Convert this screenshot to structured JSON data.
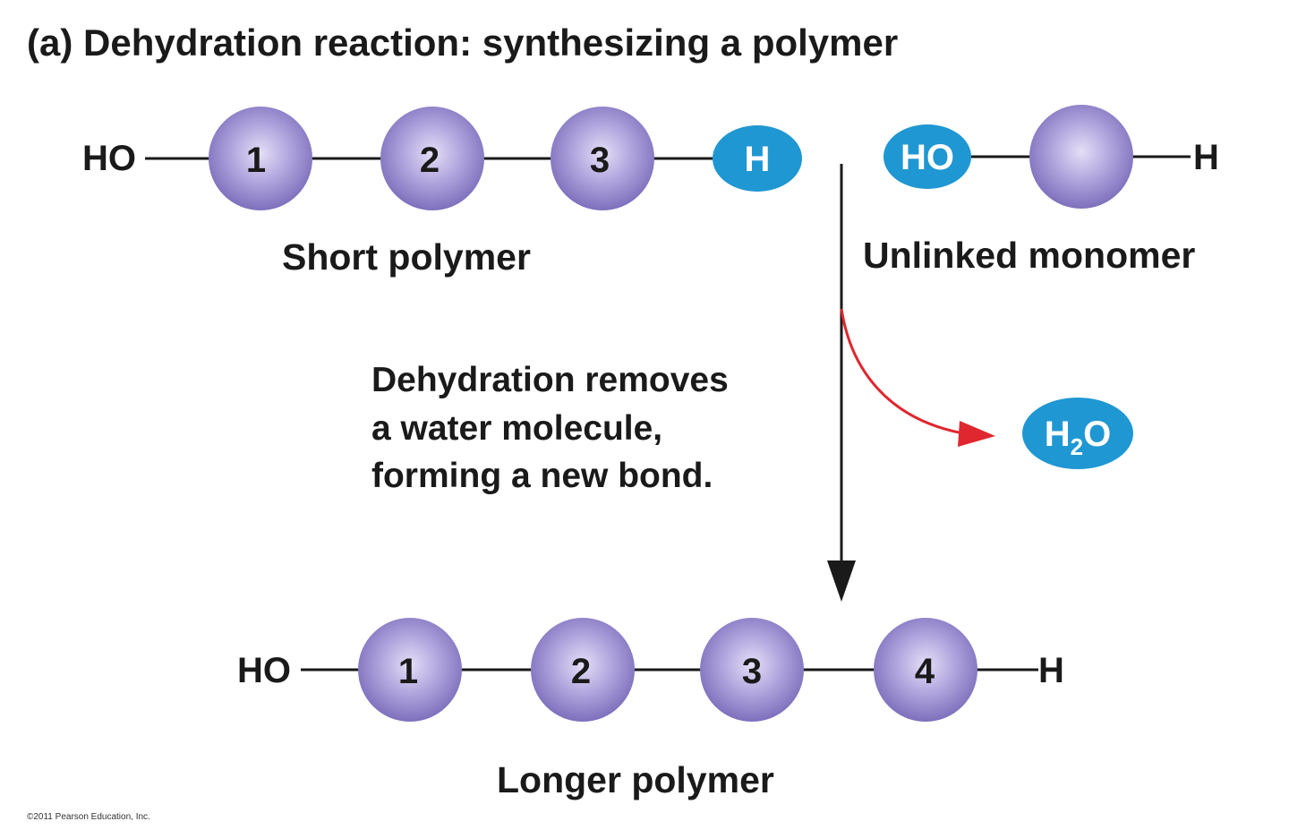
{
  "title": "(a) Dehydration reaction: synthesizing a polymer",
  "short_polymer": {
    "start_label": "HO",
    "monomers": [
      "1",
      "2",
      "3"
    ],
    "end_label": "H",
    "caption": "Short polymer"
  },
  "unlinked_monomer": {
    "start_label": "HO",
    "end_label": "H",
    "caption": "Unlinked monomer"
  },
  "reaction_note": {
    "lines": [
      "Dehydration removes",
      "a water molecule,",
      "forming a new bond."
    ]
  },
  "water": {
    "main": "H",
    "subscript": "2",
    "tail": "O"
  },
  "longer_polymer": {
    "start_label": "HO",
    "monomers": [
      "1",
      "2",
      "3",
      "4"
    ],
    "end_label": "H",
    "caption": "Longer polymer"
  },
  "copyright": "©2011 Pearson Education, Inc.",
  "colors": {
    "monomer_light": "#d9d4f2",
    "monomer_mid": "#a89ad8",
    "monomer_dark": "#6f62b0",
    "highlight_blue": "#1f97d2",
    "arrow_red": "#e0262e",
    "ink": "#1a1a1a"
  }
}
